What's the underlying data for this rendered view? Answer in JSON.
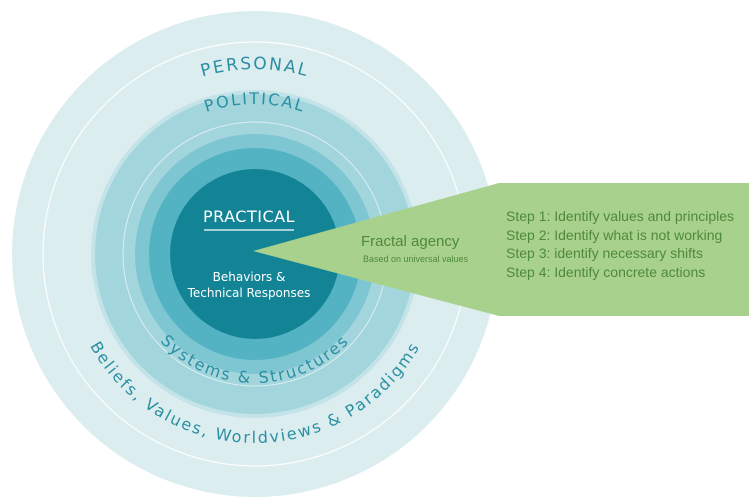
{
  "diagram": {
    "outer_ring": {
      "title": "PERSONAL",
      "bottom_label": "Beliefs, Values, Worldviews & Paradigms"
    },
    "middle_ring": {
      "title": "POLITICAL",
      "bottom_label": "Systems & Structures"
    },
    "core": {
      "title": "PRACTICAL",
      "subtitle_line1": "Behaviors &",
      "subtitle_line2": "Technical Responses"
    },
    "wedge": {
      "title": "Fractal agency",
      "subtitle": "Based on universal values"
    },
    "steps": [
      "Step 1: Identify values and principles",
      "Step 2: Identify what is not working",
      "Step 3: identify necessary shifts",
      "Step 4: Identify concrete actions"
    ],
    "colors": {
      "outer_ring": "#dcedf0",
      "outer_ring_2": "#c4e3e8",
      "middle_ring": "#a3d5dd",
      "middle_ring_2": "#7ec6d1",
      "inner_ring": "#53b3c2",
      "core": "#138496",
      "wedge": "#a9d18e",
      "green_text": "#4e8a3a",
      "teal_text": "#2a8fa3"
    }
  }
}
